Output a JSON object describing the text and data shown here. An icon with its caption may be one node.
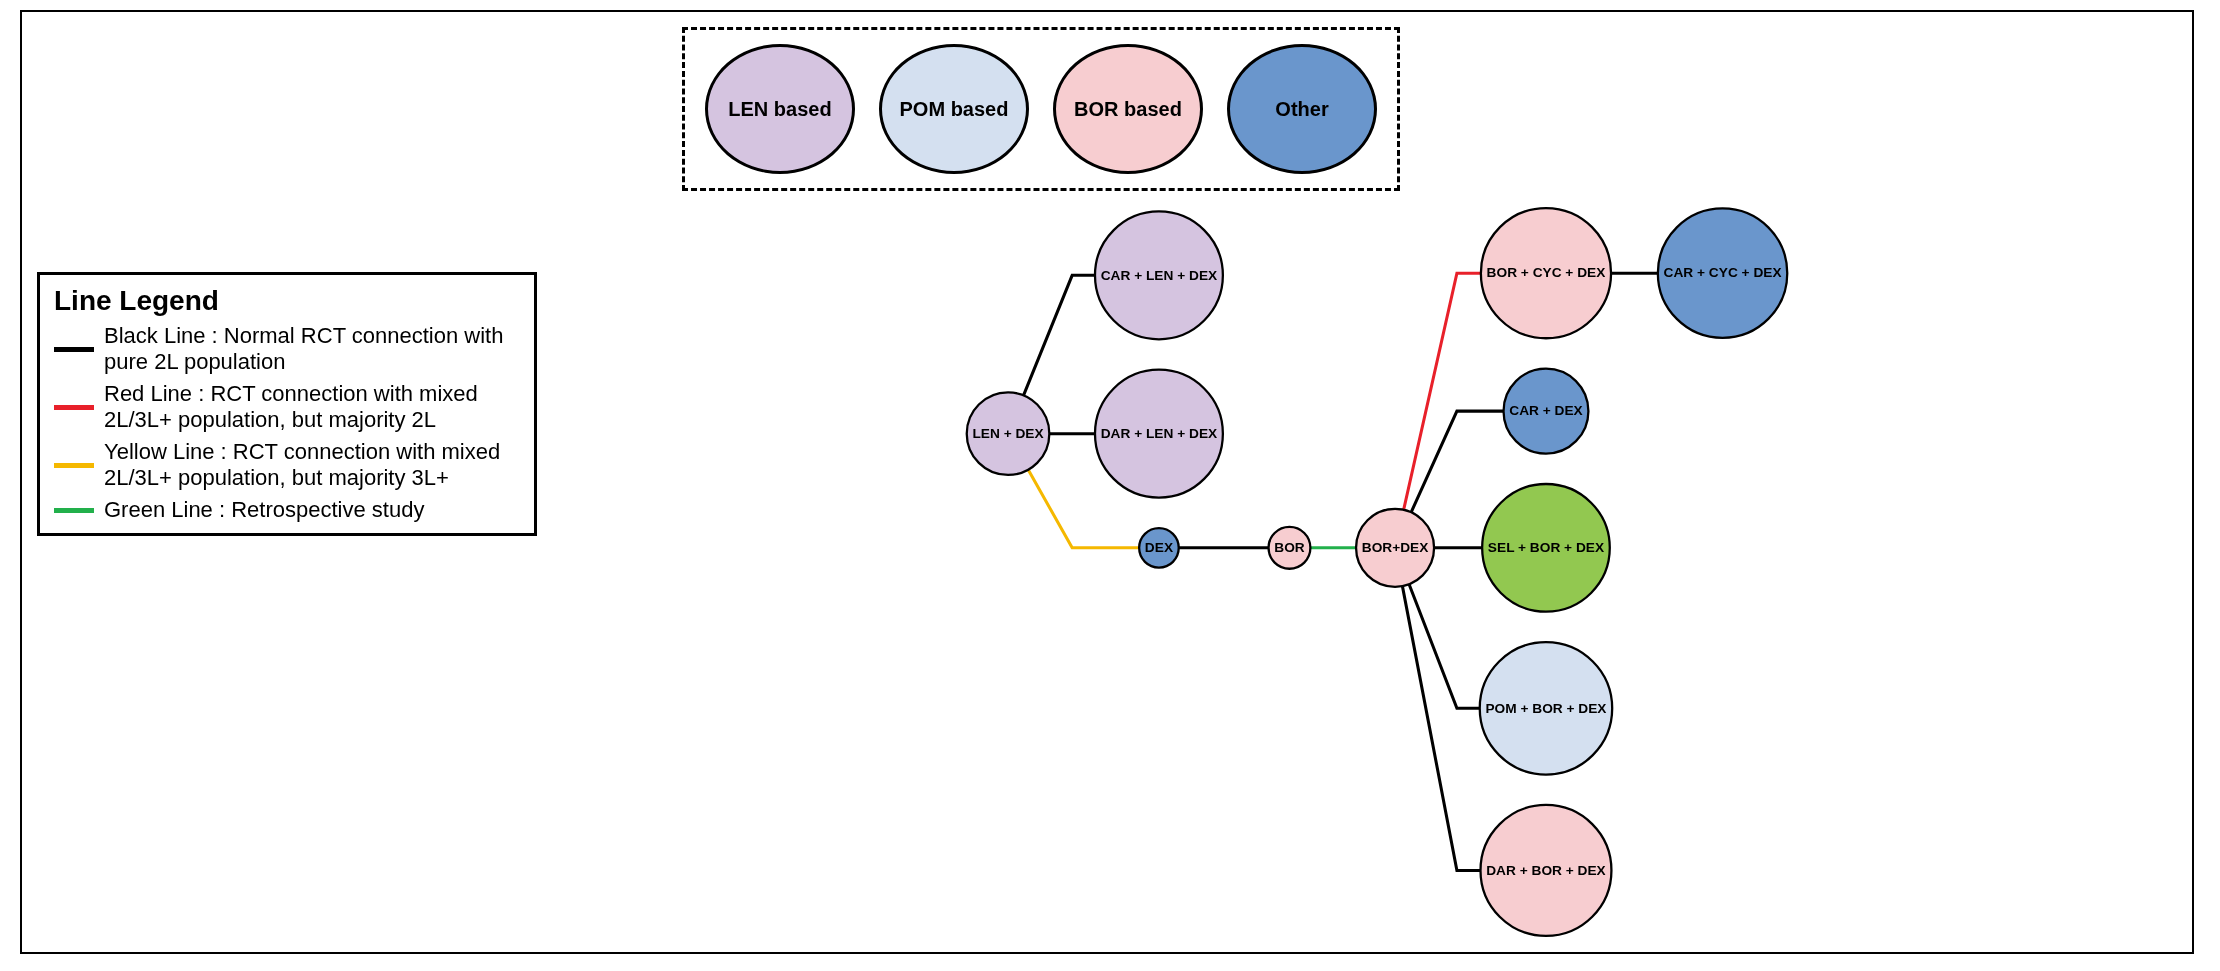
{
  "diagram": {
    "nodes": [
      {
        "text": [
          "LEN + DEX"
        ]
      },
      {
        "text": [
          "CAR + LEN + DEX"
        ]
      },
      {
        "text": [
          "DAR + LEN + DEX"
        ]
      },
      {
        "text": [
          "DEX"
        ]
      },
      {
        "text": [
          "BOR"
        ]
      },
      {
        "text": [
          "BOR+DEX"
        ]
      },
      {
        "text": [
          "BOR + CYC + DEX"
        ]
      },
      {
        "text": [
          "CAR + CYC + DEX"
        ]
      },
      {
        "text": [
          "CAR + DEX"
        ]
      },
      {
        "text": [
          "SEL + BOR + DEX"
        ]
      },
      {
        "text": [
          "POM + BOR + DEX"
        ]
      },
      {
        "text": [
          "DAR + BOR + DEX"
        ]
      }
    ],
    "edges": [
      {
        "from": 0,
        "to": 1,
        "arrow": "none"
      },
      {
        "from": 0,
        "to": 2,
        "arrow": "none"
      },
      {
        "from": 0,
        "to": 3,
        "arrow": "none",
        "color": "#f5b800"
      },
      {
        "from": 3,
        "to": 4,
        "arrow": "none"
      },
      {
        "from": 4,
        "to": 5,
        "arrow": "none",
        "color": "#22b04b"
      },
      {
        "from": 5,
        "to": 6,
        "arrow": "none",
        "color": "#e8202a"
      },
      {
        "from": 6,
        "to": 7,
        "arrow": "none"
      },
      {
        "from": 5,
        "to": 8,
        "arrow": "none"
      },
      {
        "from": 5,
        "to": 9,
        "arrow": "none"
      },
      {
        "from": 5,
        "to": 10,
        "arrow": "none"
      },
      {
        "from": 5,
        "to": 11,
        "arrow": "none"
      }
    ],
    "labels": [
      "Line Legend"
    ],
    "legend": [
      {
        "text": "LEN based",
        "color": "#d5c4e0"
      },
      {
        "text": "POM based",
        "color": "#d4e0f0"
      },
      {
        "text": "BOR based",
        "color": "#f7cdd0"
      },
      {
        "text": "Other",
        "color": "#6a96cc"
      },
      {
        "text": "Black Line : Normal RCT connection with pure 2L population",
        "color": "#000000"
      },
      {
        "text": "Red Line : RCT connection with mixed 2L/3L+ population, but majority 2L",
        "color": "#e8202a"
      },
      {
        "text": "Yellow Line : RCT connection with mixed 2L/3L+ population, but majority 3L+",
        "color": "#f5b800"
      },
      {
        "text": "Green Line : Retrospective study",
        "color": "#22b04b"
      }
    ]
  }
}
